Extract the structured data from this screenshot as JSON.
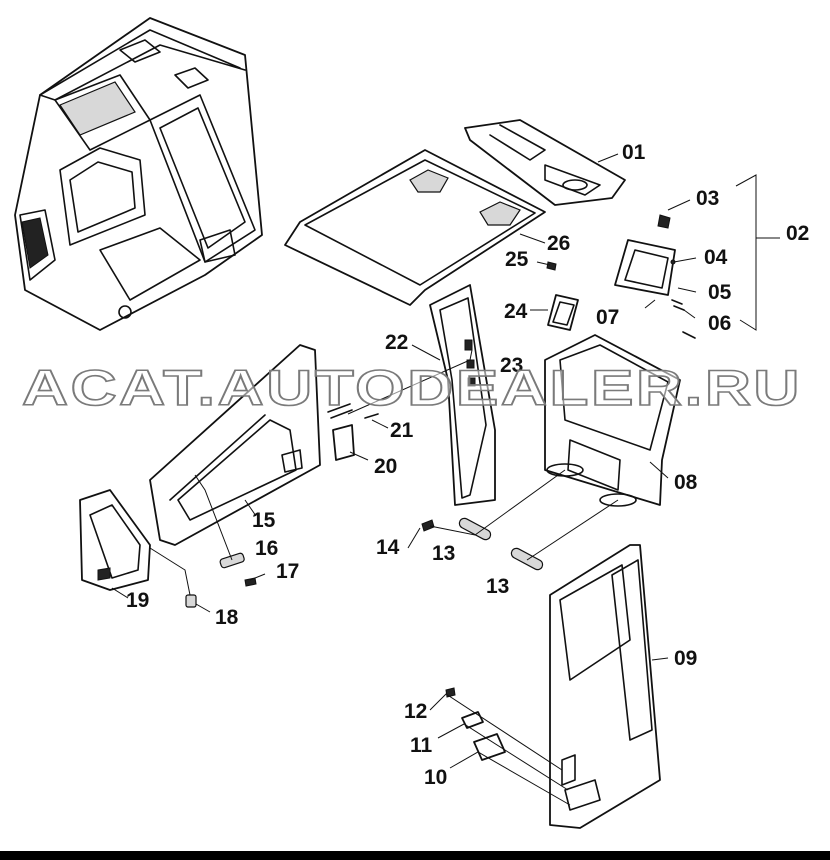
{
  "watermark": "ACAT.AUTODEALER.RU",
  "callouts": {
    "p01": "01",
    "p02": "02",
    "p03": "03",
    "p04": "04",
    "p05": "05",
    "p06": "06",
    "p07": "07",
    "p08": "08",
    "p09": "09",
    "p10": "10",
    "p11": "11",
    "p12": "12",
    "p13a": "13",
    "p13b": "13",
    "p14": "14",
    "p15": "15",
    "p16": "16",
    "p17": "17",
    "p18": "18",
    "p19": "19",
    "p20": "20",
    "p21": "21",
    "p22": "22",
    "p23": "23",
    "p24": "24",
    "p25": "25",
    "p26": "26"
  },
  "colors": {
    "line": "#111111",
    "background": "#ffffff",
    "watermark_stroke": "#7a7a7a"
  }
}
